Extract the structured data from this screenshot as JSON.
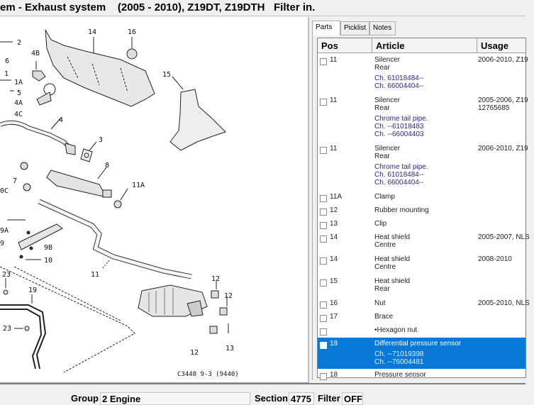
{
  "window": {
    "title": "em - Exhaust system    (2005 - 2010), Z19DT, Z19DTH   Filter in."
  },
  "diagram": {
    "caption": "C3448 9-3 (9440)",
    "callouts": [
      "2",
      "6",
      "1",
      "1A",
      "5",
      "4A",
      "4C",
      "4B",
      "14",
      "16",
      "4",
      "3",
      "15",
      "8",
      "11A",
      "7",
      "0C",
      "9A",
      "9",
      "9B",
      "10",
      "11",
      "23",
      "19",
      "23",
      "12",
      "12",
      "12",
      "13"
    ]
  },
  "tabs": [
    {
      "label": "Parts",
      "active": true
    },
    {
      "label": "Picklist",
      "active": false
    },
    {
      "label": "Notes",
      "active": false
    }
  ],
  "parts_table": {
    "columns": [
      "Pos",
      "Article",
      "Usage"
    ],
    "rows": [
      {
        "pos": "11",
        "article": [
          "Silencer",
          "Rear"
        ],
        "notes": [
          "Ch. 61018484--",
          "Ch. 66004404--"
        ],
        "usage": [
          "2006-2010, Z19"
        ],
        "selected": false
      },
      {
        "pos": "11",
        "article": [
          "Silencer",
          "Rear"
        ],
        "notes": [
          "Chrome tail pipe.",
          "Ch. --61018483",
          "Ch. --66004403"
        ],
        "usage": [
          "2005-2006, Z19",
          "12765685"
        ],
        "selected": false
      },
      {
        "pos": "11",
        "article": [
          "Silencer",
          "Rear"
        ],
        "notes": [
          "Chrome tail pipe.",
          "Ch. 61018484--",
          "Ch. 66004404--"
        ],
        "usage": [
          "2006-2010, Z19"
        ],
        "selected": false
      },
      {
        "pos": "11A",
        "article": [
          "Clamp"
        ],
        "notes": [],
        "usage": [],
        "selected": false
      },
      {
        "pos": "12",
        "article": [
          "Rubber mounting"
        ],
        "notes": [],
        "usage": [],
        "selected": false
      },
      {
        "pos": "13",
        "article": [
          "Clip"
        ],
        "notes": [],
        "usage": [],
        "selected": false
      },
      {
        "pos": "14",
        "article": [
          "Heat shield",
          "Centre"
        ],
        "notes": [],
        "usage": [
          "2005-2007, NLS"
        ],
        "selected": false
      },
      {
        "pos": "14",
        "article": [
          "Heat shield",
          "Centre"
        ],
        "notes": [],
        "usage": [
          "2008-2010"
        ],
        "selected": false
      },
      {
        "pos": "15",
        "article": [
          "Heat shield",
          "Rear"
        ],
        "notes": [],
        "usage": [],
        "selected": false
      },
      {
        "pos": "16",
        "article": [
          "Nut"
        ],
        "notes": [],
        "usage": [
          "2005-2010, NLS"
        ],
        "selected": false
      },
      {
        "pos": "17",
        "article": [
          "Brace"
        ],
        "notes": [],
        "usage": [],
        "selected": false
      },
      {
        "pos": "",
        "article": [
          "•Hexagon nut"
        ],
        "notes": [],
        "usage": [],
        "selected": false
      },
      {
        "pos": "18",
        "article": [
          "Differential pressure sensor"
        ],
        "notes": [
          "Ch. --71019398",
          "Ch. --76004481"
        ],
        "usage": [],
        "selected": true
      },
      {
        "pos": "18",
        "article": [
          "Pressure sensor"
        ],
        "notes": [],
        "usage": [],
        "selected": false
      }
    ]
  },
  "status_bar": {
    "group_label": "Group",
    "group_value": "2 Engine",
    "section_label": "Section",
    "section_value": "4775",
    "filter_label": "Filter",
    "filter_value": "OFF"
  },
  "colors": {
    "selection": "#0a78d7",
    "note_text": "#2a2a8a"
  }
}
